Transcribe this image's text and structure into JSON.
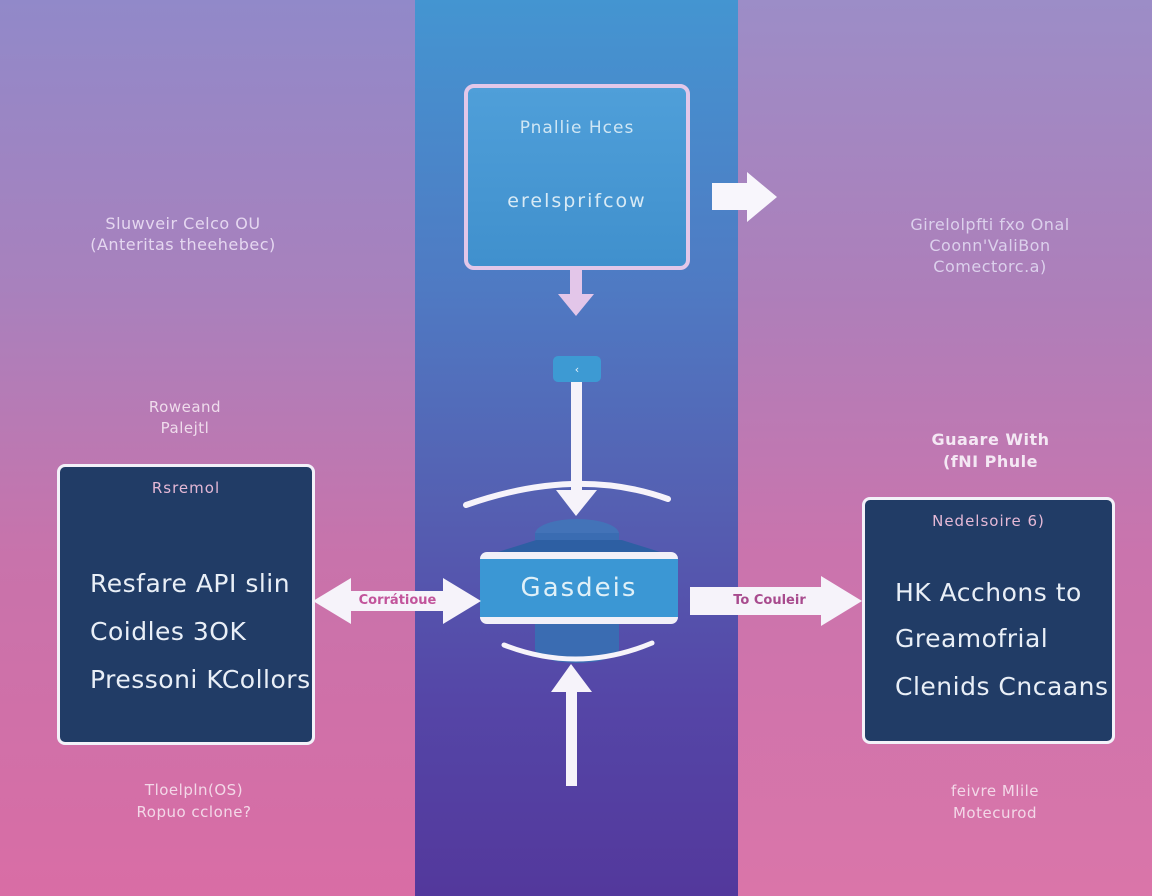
{
  "colors": {
    "side_gradient_top": "#9189c9",
    "side_gradient_bottom": "#d96da5",
    "band_gradient_top": "#4495d1",
    "band_gradient_bottom": "#53389c",
    "box_navy": "#213c66",
    "banner_blue": "#3b97d4",
    "cylinder_blue": "#3a6cb2",
    "arrow_white": "#f6f3fa",
    "pink_accent": "#e3c6e9",
    "left_arrow_label_color": "#c2549b",
    "right_arrow_label_color": "#a84b8e"
  },
  "top_box": {
    "title": "Pnallie Hces",
    "subtitle": "erelsprifcow"
  },
  "center": {
    "tab_glyph": "‹",
    "banner_label": "Gasdeis"
  },
  "flow_arrows": {
    "left_label": "Corrátioue",
    "right_label": "To Couleir"
  },
  "left_box": {
    "header": "Rsremol",
    "lines": [
      "Resfare API slin",
      "Coidles 3OK",
      "Pressoni KCollors"
    ]
  },
  "right_box": {
    "header": "Nedelsoire 6)",
    "lines": [
      "HK Acchons to",
      "Greamofrial",
      "Clenids Cncaans"
    ]
  },
  "annotations": {
    "top_left": [
      "Sluwveir Celco OU",
      "(Anteritas theehebec)"
    ],
    "top_right": [
      "Girelolpfti fxo Onal",
      "Coonn'ValiBon",
      "Comectorc.a)"
    ],
    "mid_left": [
      "Roweand",
      "Palejtl"
    ],
    "mid_right": [
      "Guaare With",
      "(fNI Phule"
    ],
    "bottom_left": [
      "Tloelpln(OS)",
      "Ropuo cclone?"
    ],
    "bottom_right": [
      "feivre Mlile",
      "Motecurod"
    ]
  }
}
